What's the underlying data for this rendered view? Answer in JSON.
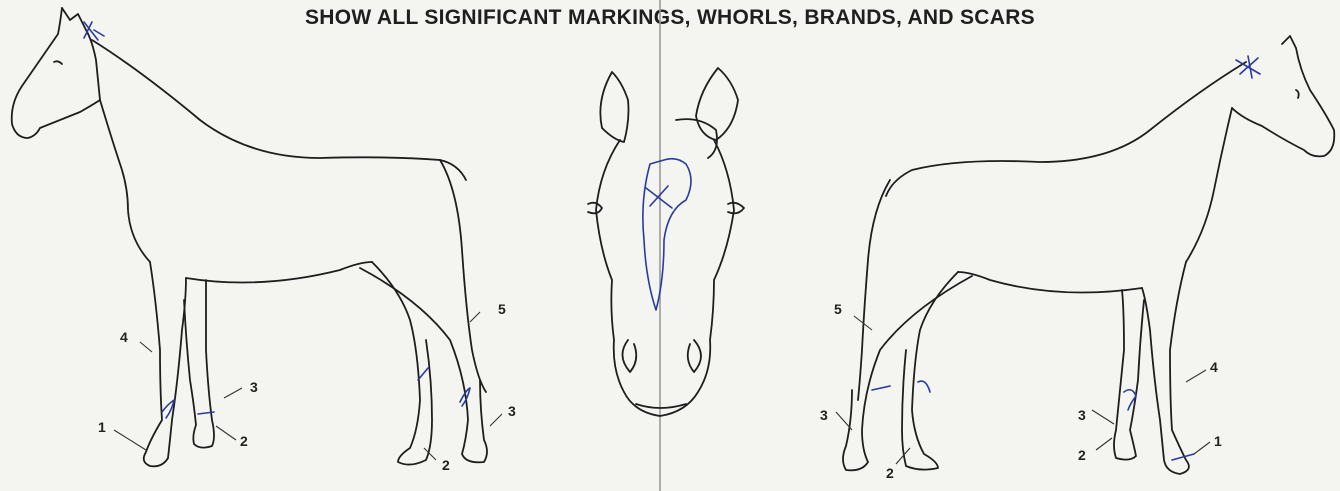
{
  "form": {
    "heading": "SHOW ALL SIGNIFICANT MARKINGS, WHORLS, BRANDS, AND SCARS"
  },
  "left_view": {
    "labels": [
      "1",
      "2",
      "3",
      "4",
      "5",
      "2",
      "3"
    ]
  },
  "right_view": {
    "labels": [
      "5",
      "3",
      "2",
      "3",
      "2",
      "4",
      "1"
    ]
  },
  "colors": {
    "ink": "#2a3b9e",
    "line": "#1e1e1e",
    "paper": "#f4f4f1"
  }
}
